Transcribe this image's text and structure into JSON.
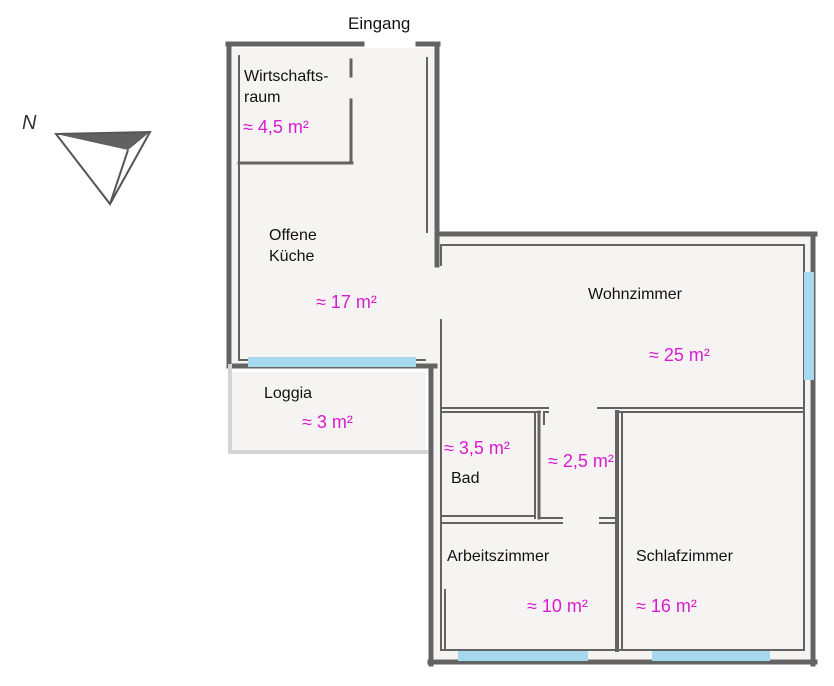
{
  "entrance_label": "Eingang",
  "compass_letter": "N",
  "colors": {
    "wall": "#636363",
    "floor": "#f6f4f3",
    "window": "#a7d9ee",
    "area_text": "#d71ccf",
    "compass_fill": "#616161"
  },
  "rooms": [
    {
      "key": "utility",
      "name_line1": "Wirtschafts-",
      "name_line2": "raum",
      "area": "≈ 4,5 m²"
    },
    {
      "key": "kitchen",
      "name_line1": "Offene",
      "name_line2": "Küche",
      "area": "≈ 17 m²"
    },
    {
      "key": "loggia",
      "name_line1": "Loggia",
      "area": "≈ 3 m²"
    },
    {
      "key": "living",
      "name_line1": "Wohnzimmer",
      "area": "≈ 25 m²"
    },
    {
      "key": "bath",
      "name_line1": "Bad",
      "area": "≈ 3,5 m²"
    },
    {
      "key": "hall",
      "area": "≈ 2,5 m²"
    },
    {
      "key": "study",
      "name_line1": "Arbeitszimmer",
      "area": "≈ 10 m²"
    },
    {
      "key": "bedroom",
      "name_line1": "Schlafzimmer",
      "area": "≈ 16 m²"
    }
  ]
}
